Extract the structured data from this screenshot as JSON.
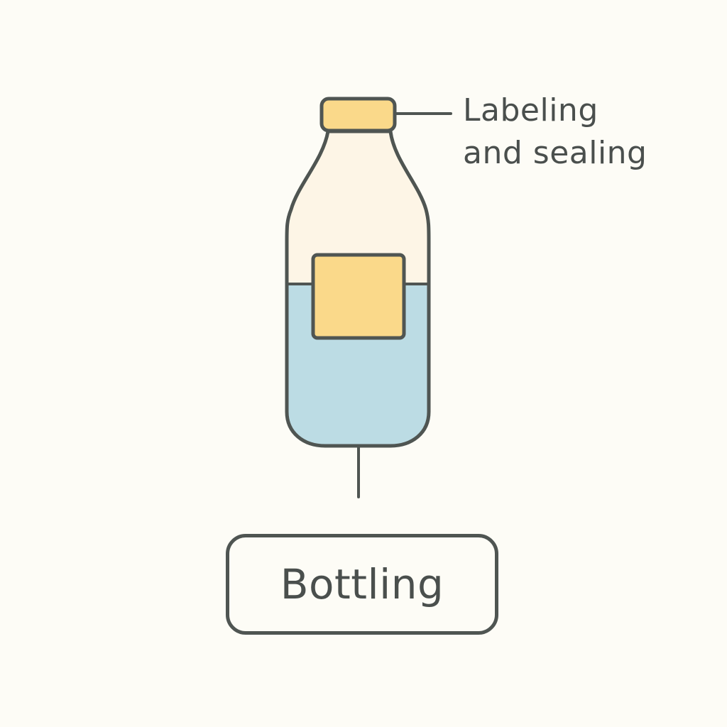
{
  "callout": {
    "line1": "Labeling",
    "line2": "and sealing"
  },
  "step": {
    "label": "Bottling"
  },
  "colors": {
    "background": "#fdfcf6",
    "outline": "#4f5552",
    "cap": "#fad98a",
    "bottle_empty": "#fdf5e6",
    "liquid": "#bcdce4",
    "label_patch": "#fad98a"
  },
  "bottle": {
    "fill_level": 0.5
  }
}
